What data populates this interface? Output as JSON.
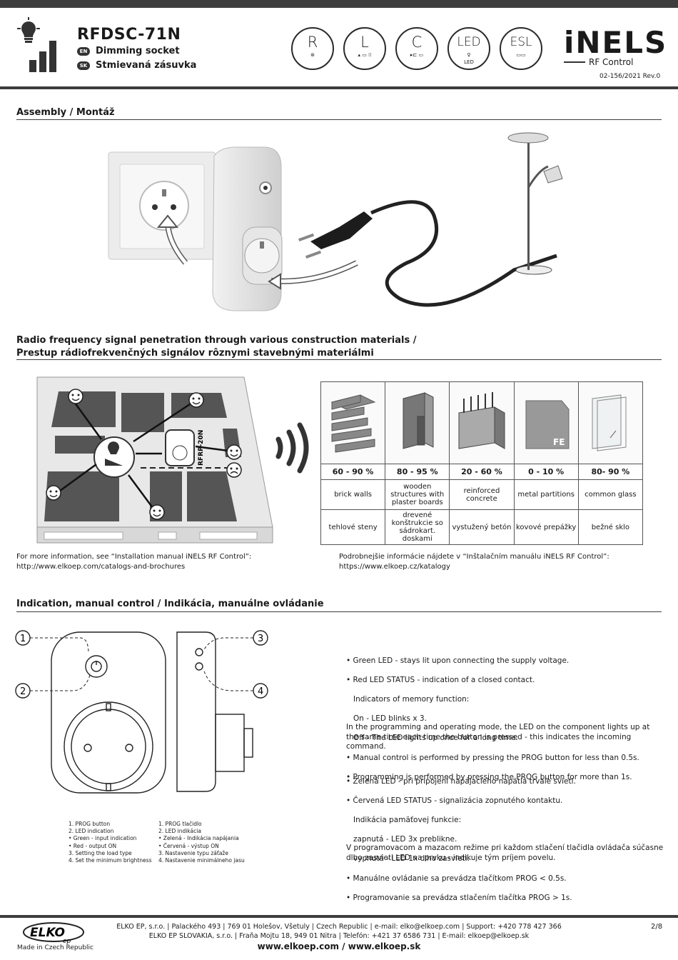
{
  "header": {
    "model": "RFDSC-71N",
    "en_badge": "EN",
    "en_name": "Dimming socket",
    "sk_badge": "SK",
    "sk_name": "Stmievaná zásuvka",
    "brand": "iNELS",
    "brand_sub": "RF Control",
    "doc_ref": "02-156/2021 Rev.0",
    "loads": [
      {
        "letter": "R",
        "sub": ""
      },
      {
        "letter": "L",
        "sub": ""
      },
      {
        "letter": "C",
        "sub": ""
      },
      {
        "letter": "LED",
        "sub": "LED"
      },
      {
        "letter": "ESL",
        "sub": ""
      }
    ]
  },
  "assembly": {
    "heading": "Assembly / Montáž"
  },
  "rf": {
    "heading_en": "Radio frequency signal penetration through various construction materials /",
    "heading_sk": "Prestup rádiofrekvenčných signálov rôznymi stavebnými materiálmi",
    "repeater_label": "RFRP-20N",
    "fe_label": "FE",
    "materials": [
      {
        "pct": "60 - 90 %",
        "en": "brick walls",
        "sk": "tehlové steny"
      },
      {
        "pct": "80 - 95 %",
        "en": "wooden structures with plaster boards",
        "sk": "drevené konštrukcie so sádrokart. doskami"
      },
      {
        "pct": "20 - 60 %",
        "en": "reinforced concrete",
        "sk": "vystužený betón"
      },
      {
        "pct": "0 - 10 %",
        "en": "metal partitions",
        "sk": "kovové prepážky"
      },
      {
        "pct": "80- 90 %",
        "en": "common glass",
        "sk": "bežné sklo"
      }
    ],
    "more_en_1": "For more information, see “Installation manual iNELS RF Control”:",
    "more_en_2": "http://www.elkoep.com/catalogs-and-brochures",
    "more_sk_1": "Podrobnejšie informácie nájdete v “Inštalačním manuálu iNELS RF Control”:",
    "more_sk_2": "https://www.elkoep.cz/katalogy"
  },
  "indication": {
    "heading": "Indication, manual control /  Indikácia, manuálne ovládanie",
    "callouts": [
      "1",
      "2",
      "3",
      "4"
    ],
    "legend_en": [
      "1. PROG button",
      "2. LED indication",
      "•   Green - input indication",
      "•   Red -  output ON",
      "3. Setting the load type",
      "4. Set the minimum brightness"
    ],
    "legend_sk": [
      "1. PROG tlačidlo",
      "2. LED indikácia",
      "•   Zelená - Indikácia napájania",
      "•   Červená -  výstup ON",
      "3. Nastavenie typu záťaže",
      "4. Nastavenie minimálneho jasu"
    ],
    "text_en": [
      "• Green LED - stays lit upon connecting the supply voltage.",
      "• Red LED STATUS - indication of a closed contact.",
      "   Indicators of memory function:",
      "   On - LED blinks x 3.",
      "   Off - The LED lights up once for a long time.",
      "• Manual control is performed by pressing the PROG button for less than 0.5s.",
      "• Programming is performed by pressing the PROG button for more than 1s."
    ],
    "para_en": "In the programming and operating mode, the LED on the component lights up at the same time each time the button is pressed - this indicates the incoming command.",
    "text_sk": [
      "• Zelená LED - pri pripojení napájacieho napätia trvale svieti.",
      "• Červená LED STATUS - signalizácia zopnutého kontaktu.",
      "   Indikácia pamäťovej funkcie:",
      "   zapnutá - LED 3x preblikne.",
      "   vypnutá - LED 1x dlho zasvieti.",
      "• Manuálne ovládanie sa prevádza tlačítkom PROG < 0.5s.",
      "• Programovanie sa prevádza stlačením tlačítka PROG > 1s."
    ],
    "para_sk": "V programovacom a mazacom režime pri každom stlačení tlačidla ovládača súčasne dlho zasvieti LED na prvku - indikuje tým príjem povelu."
  },
  "footer": {
    "logo": "ELKO",
    "logo_ep": "ep",
    "made": "Made in Czech Republic",
    "line1": "ELKO EP, s.r.o. | Palackého 493 | 769 01 Holešov, Všetuly | Czech Republic | e-mail: elko@elkoep.com | Support: +420 778 427 366",
    "line2": "ELKO EP SLOVAKIA, s.r.o. | Fraňa Mojtu 18, 949 01 Nitra | Telefón: +421 37 6586 731 | E-mail: elkoep@elkoep.sk",
    "web": "www.elkoep.com / www.elkoep.sk",
    "page": "2/8"
  }
}
